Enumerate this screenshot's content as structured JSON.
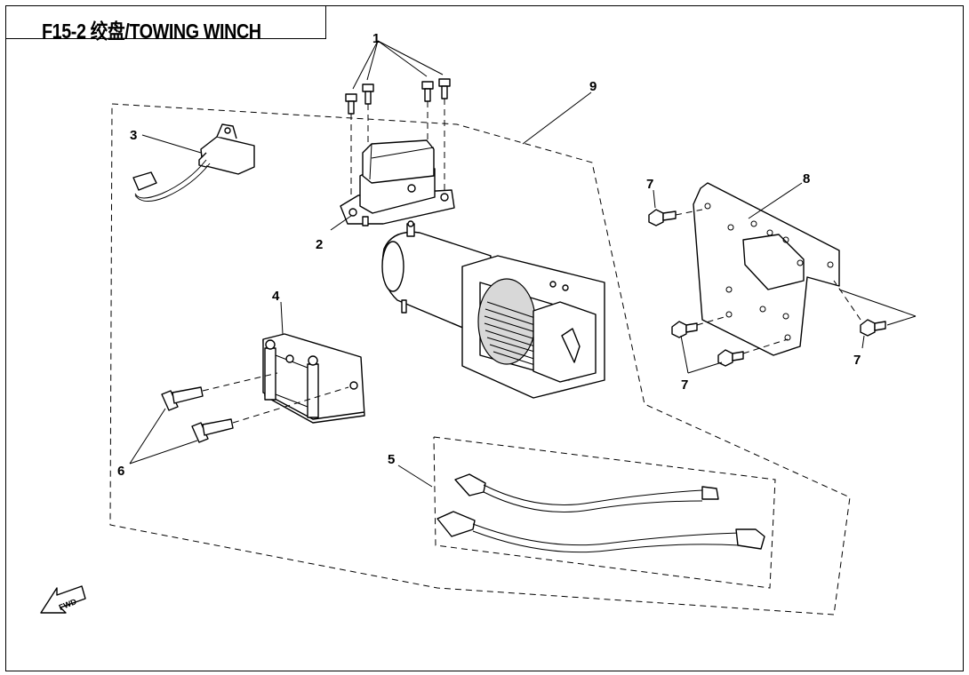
{
  "title": "F15-2 绞盘/TOWING WINCH",
  "callouts": {
    "c1": "1",
    "c2": "2",
    "c3": "3",
    "c4": "4",
    "c5": "5",
    "c6": "6",
    "c7a": "7",
    "c7b": "7",
    "c7c": "7",
    "c8": "8",
    "c9": "9"
  },
  "fwd_label": "FWD"
}
